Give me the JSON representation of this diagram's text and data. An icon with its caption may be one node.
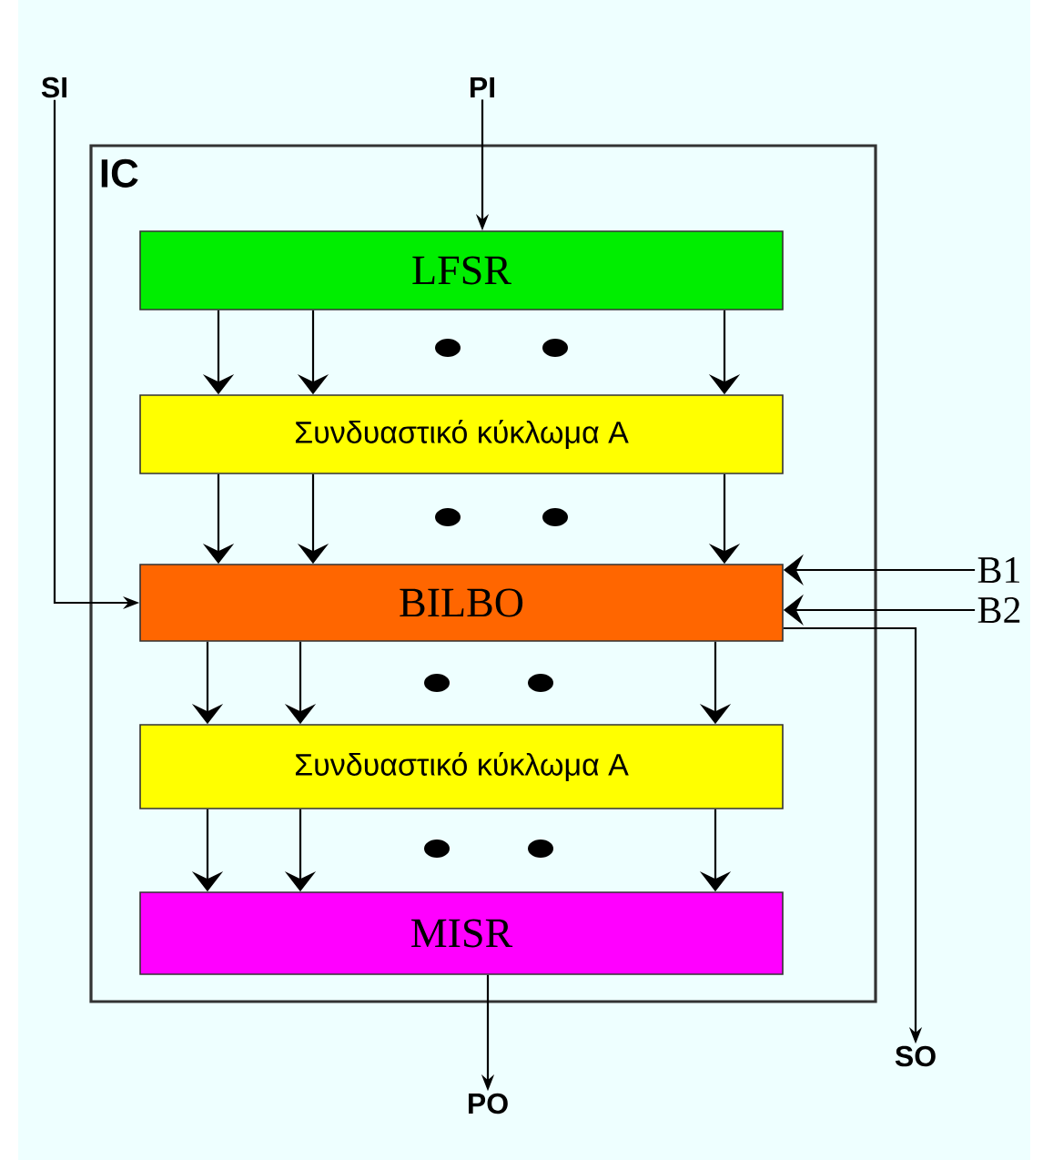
{
  "diagram": {
    "nodes": [
      {
        "text": [
          "IC"
        ]
      },
      {
        "text": [
          "LFSR"
        ],
        "in": 0
      },
      {
        "text": [
          "Συνδυαστικό κύκλωμα A"
        ],
        "in": 0
      },
      {
        "text": [
          "BILBO"
        ],
        "in": 0
      },
      {
        "text": [
          "Συνδυαστικό κύκλωμα A"
        ],
        "in": 0
      },
      {
        "text": [
          "MISR"
        ],
        "in": 0
      },
      {
        "text": [
          "PI"
        ]
      },
      {
        "text": [
          "SI"
        ]
      },
      {
        "text": [
          "B1"
        ]
      },
      {
        "text": [
          "B2"
        ]
      },
      {
        "text": [
          "PO"
        ]
      },
      {
        "text": [
          "SO"
        ]
      }
    ],
    "edges": [
      {
        "from": 6,
        "to": 1,
        "arrow": "to"
      },
      {
        "from": 1,
        "to": 2,
        "arrow": "to"
      },
      {
        "from": 1,
        "to": 2,
        "arrow": "to"
      },
      {
        "from": 1,
        "to": 2,
        "arrow": "to"
      },
      {
        "from": 2,
        "to": 3,
        "arrow": "to"
      },
      {
        "from": 2,
        "to": 3,
        "arrow": "to"
      },
      {
        "from": 2,
        "to": 3,
        "arrow": "to"
      },
      {
        "from": 3,
        "to": 4,
        "arrow": "to"
      },
      {
        "from": 3,
        "to": 4,
        "arrow": "to"
      },
      {
        "from": 3,
        "to": 4,
        "arrow": "to"
      },
      {
        "from": 4,
        "to": 5,
        "arrow": "to"
      },
      {
        "from": 4,
        "to": 5,
        "arrow": "to"
      },
      {
        "from": 4,
        "to": 5,
        "arrow": "to"
      },
      {
        "from": 7,
        "to": 3,
        "arrow": "to"
      },
      {
        "from": 8,
        "to": 3,
        "arrow": "to"
      },
      {
        "from": 9,
        "to": 3,
        "arrow": "to"
      },
      {
        "from": 3,
        "to": 11,
        "arrow": "to"
      },
      {
        "from": 5,
        "to": 10,
        "arrow": "to"
      }
    ]
  }
}
